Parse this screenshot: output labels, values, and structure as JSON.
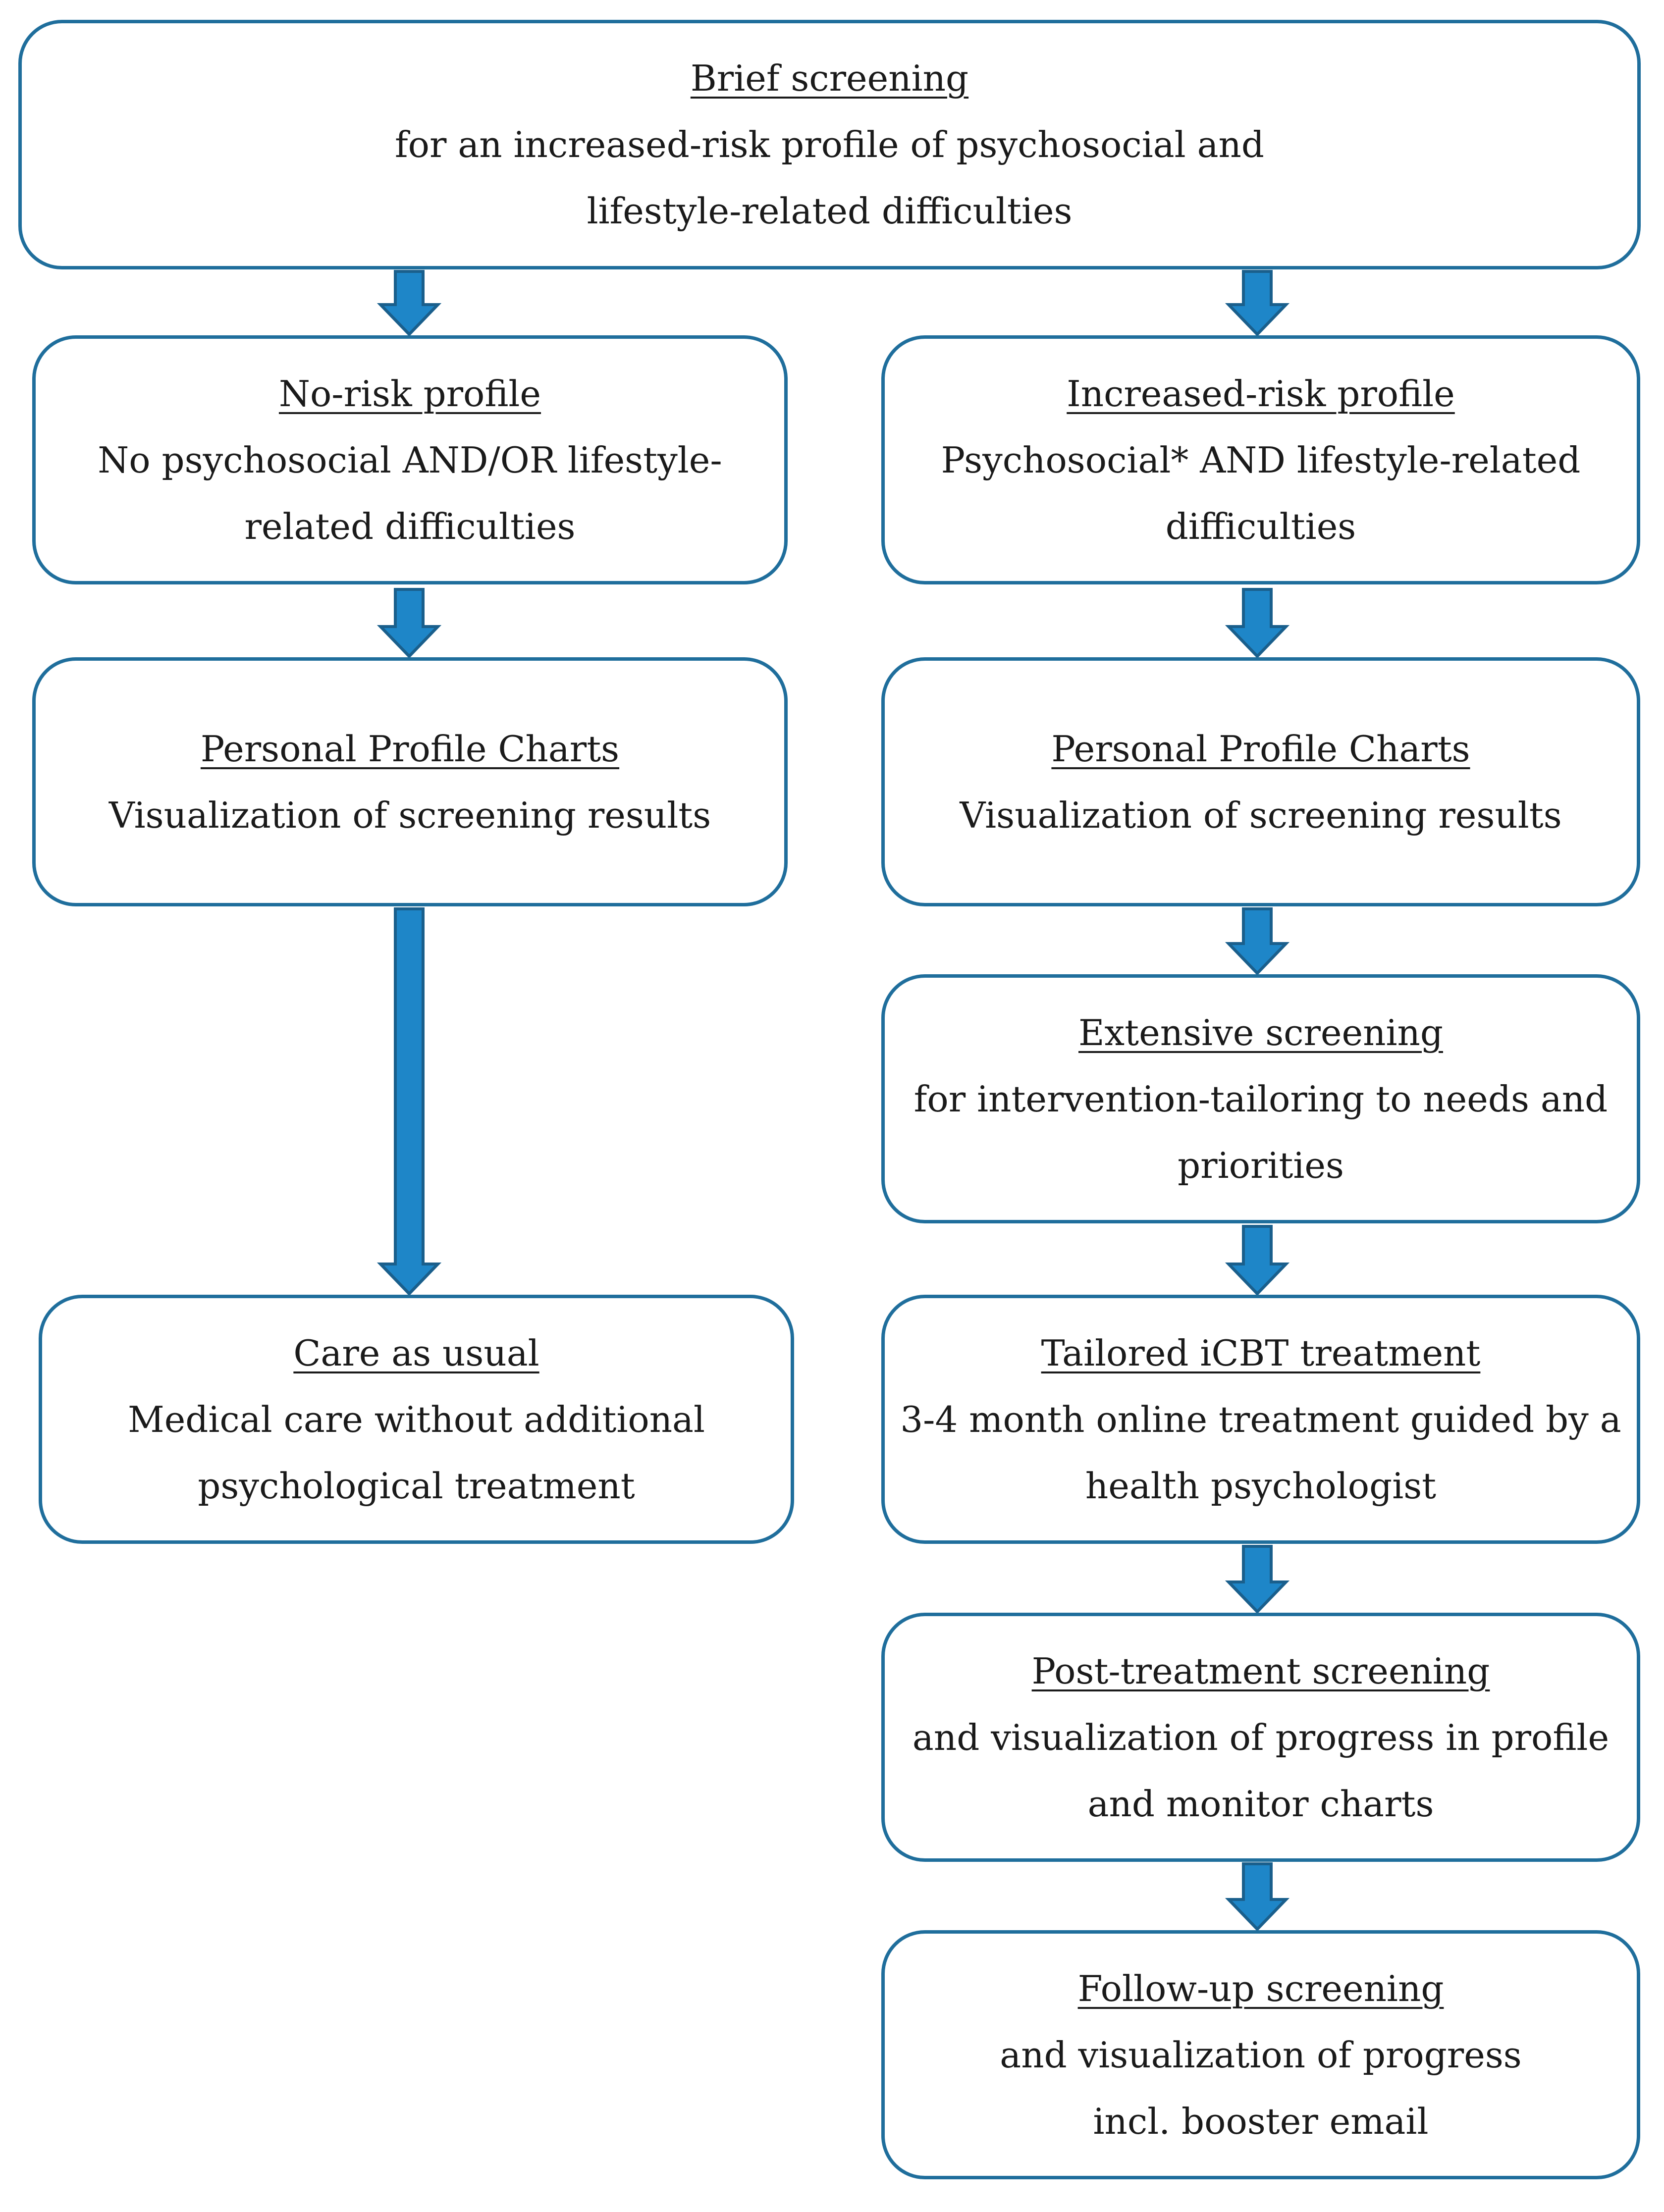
{
  "colors": {
    "box_border": "#1f6e9c",
    "arrow_fill": "#1e86c8",
    "arrow_stroke": "#1a5f8c"
  },
  "brief": {
    "title": "Brief screening",
    "lines": [
      "for an increased-risk profile of psychosocial and",
      "lifestyle-related difficulties"
    ]
  },
  "no_risk": {
    "title": "No-risk profile",
    "lines": [
      "No psychosocial AND/OR lifestyle-",
      "related difficulties"
    ]
  },
  "increased_risk": {
    "title": "Increased-risk profile",
    "lines": [
      "Psychosocial* AND lifestyle-related",
      "difficulties"
    ]
  },
  "ppc_left": {
    "title": "Personal Profile Charts",
    "lines": [
      "Visualization of screening results"
    ]
  },
  "ppc_right": {
    "title": "Personal Profile Charts",
    "lines": [
      "Visualization of screening results"
    ]
  },
  "extensive": {
    "title": "Extensive screening",
    "lines": [
      "for intervention-tailoring to needs and",
      "priorities"
    ]
  },
  "care": {
    "title": "Care as usual",
    "lines": [
      "Medical care without additional",
      "psychological treatment"
    ]
  },
  "tailored": {
    "title": "Tailored iCBT treatment",
    "lines": [
      "3-4 month online treatment guided by a",
      "health psychologist"
    ]
  },
  "post": {
    "title": "Post-treatment screening",
    "lines": [
      "and visualization of progress in profile",
      "and monitor charts"
    ]
  },
  "followup": {
    "title": "Follow-up screening",
    "lines": [
      "and visualization of progress",
      "incl. booster email"
    ]
  }
}
